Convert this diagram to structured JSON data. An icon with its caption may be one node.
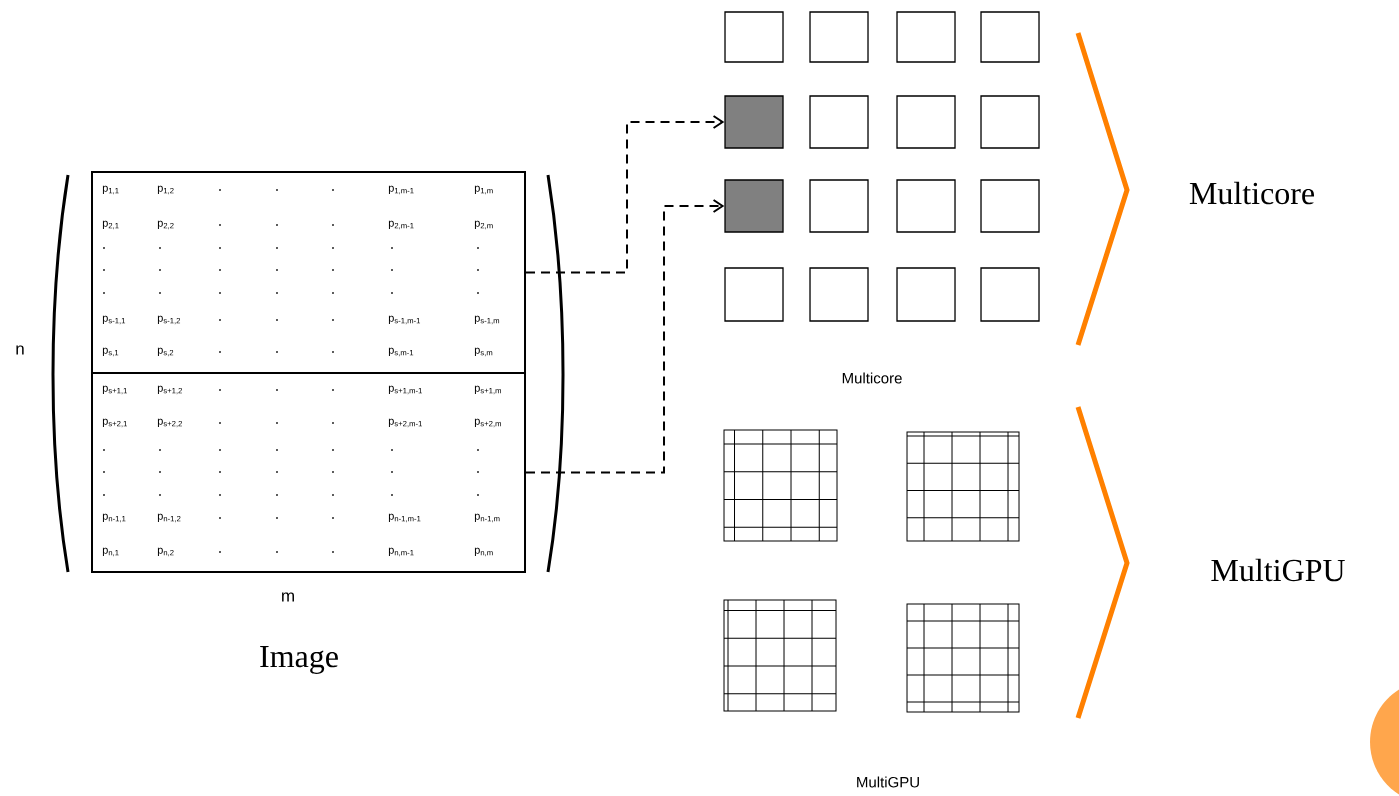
{
  "diagram": {
    "nodes": [
      {
        "text": [
          "p$_{1,1}$",
          "p$_{1,2}$",
          "p$_{1,m-1}$",
          "p$_{1,m}$",
          "p$_{2,1}$",
          "p$_{2,2}$",
          "p$_{2,m-1}$",
          "p$_{2,m}$",
          "p$_{s-1,1}$",
          "p$_{s-1,2}$",
          "p$_{s-1,m-1}$",
          "p$_{s-1,m}$",
          "p$_{s,1}$",
          "p$_{s,2}$",
          "p$_{s,m-1}$",
          "p$_{s,m}$"
        ]
      },
      {
        "text": [
          "p$_{s+1,1}$",
          "p$_{s+1,2}$",
          "p$_{s+1,m-1}$",
          "p$_{s+1,m}$",
          "p$_{s+2,1}$",
          "p$_{s+2,2}$",
          "p$_{s+2,m-1}$",
          "p$_{s+2,m}$",
          "p$_{n-1,1}$",
          "p$_{n-1,2}$",
          "p$_{n-1,m-1}$",
          "p$_{n-1,m}$",
          "p$_{n,1}$",
          "p$_{n,2}$",
          "p$_{n,m-1}$",
          "p$_{n,m}$"
        ]
      },
      {
        "text": [],
        "shape": "box"
      },
      {
        "text": [],
        "shape": "box"
      },
      {
        "text": [],
        "shape": "box"
      },
      {
        "text": [],
        "shape": "box"
      },
      {
        "text": [],
        "shape": "box"
      },
      {
        "text": [],
        "shape": "box"
      },
      {
        "text": [],
        "shape": "box"
      },
      {
        "text": [],
        "shape": "box"
      },
      {
        "text": [],
        "shape": "box"
      },
      {
        "text": [],
        "shape": "box"
      },
      {
        "text": [],
        "shape": "box"
      },
      {
        "text": [],
        "shape": "box"
      },
      {
        "text": [],
        "shape": "box"
      },
      {
        "text": [],
        "shape": "box"
      },
      {
        "text": [],
        "shape": "box"
      },
      {
        "text": [],
        "shape": "box"
      },
      {
        "text": [],
        "shape": "grid"
      },
      {
        "text": [],
        "shape": "grid"
      },
      {
        "text": [],
        "shape": "grid"
      },
      {
        "text": [],
        "shape": "grid"
      }
    ],
    "edges": [
      {
        "from": 0,
        "to": 6,
        "arrow": "to",
        "style": "dashed"
      },
      {
        "from": 1,
        "to": 10,
        "arrow": "to",
        "style": "dashed"
      }
    ],
    "labels": [
      "n",
      "m",
      "Image",
      "Multicore",
      "MultiGPU",
      "Multicore",
      "MultiGPU"
    ]
  }
}
